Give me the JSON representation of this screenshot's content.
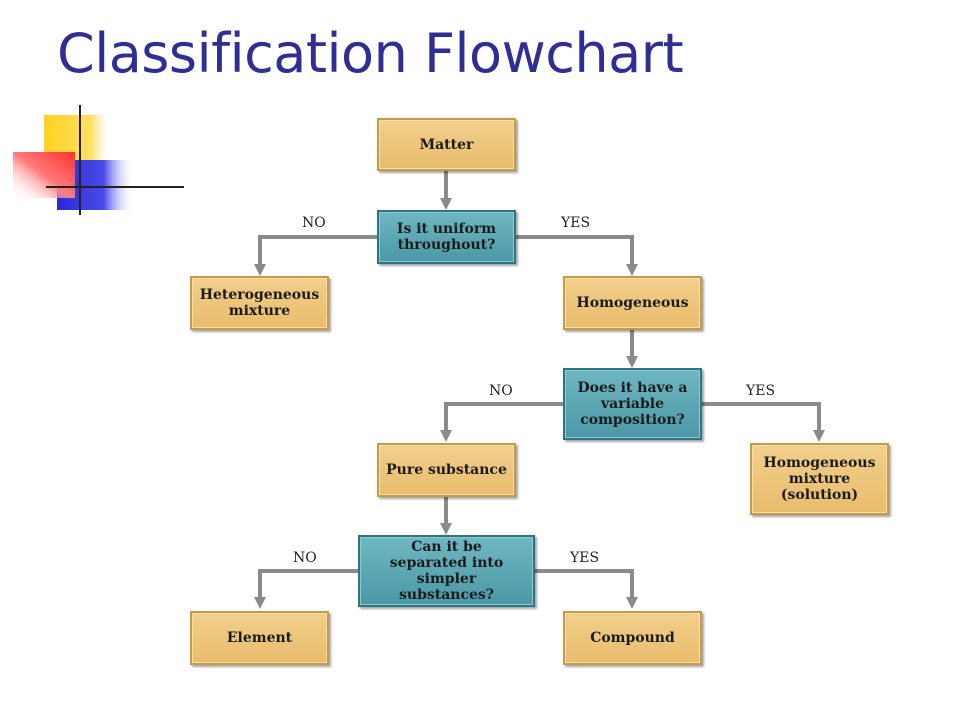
{
  "slide": {
    "title": "Classification Flowchart"
  },
  "flowchart": {
    "start": "Matter",
    "q1": "Is it uniform throughout?",
    "q1_no": "NO",
    "q1_yes": "YES",
    "heterogeneous": "Heterogeneous mixture",
    "homogeneous": "Homogeneous",
    "q2": "Does it have a variable composition?",
    "q2_no": "NO",
    "q2_yes": "YES",
    "pure_substance": "Pure substance",
    "homogeneous_mixture": "Homogeneous mixture (solution)",
    "q3": "Can it be separated into simpler substances?",
    "q3_no": "NO",
    "q3_yes": "YES",
    "element": "Element",
    "compound": "Compound"
  },
  "colors": {
    "title": "#2e2e96",
    "result_box": "#efc77f",
    "question_box": "#5aa7b3",
    "arrow": "#8a8a8a"
  }
}
